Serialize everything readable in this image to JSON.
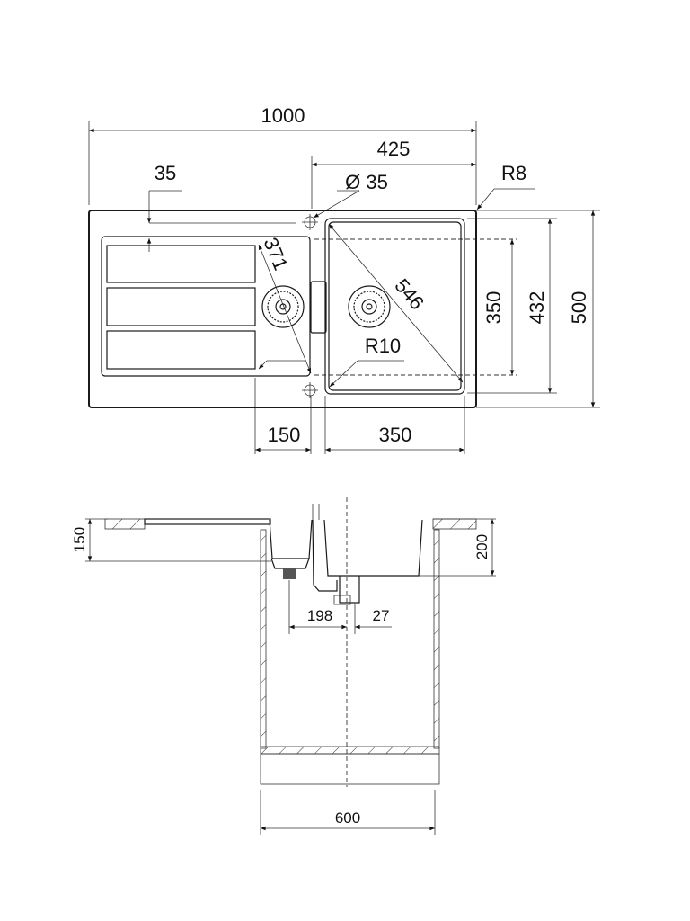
{
  "top_view": {
    "overall_width": "1000",
    "bowl_section_width": "425",
    "drainer_offset": "35",
    "tap_hole": "Ø 35",
    "corner_radius": "R8",
    "drainer_diagonal": "371",
    "bowl_diagonal": "546",
    "bowl_radius": "R10",
    "bowl_inner_depth": "350",
    "bowl_outer_depth": "432",
    "overall_depth": "500",
    "small_bowl_width": "150",
    "main_bowl_width": "350"
  },
  "side_view": {
    "small_bowl_depth": "150",
    "main_bowl_depth": "200",
    "drain_offset_left": "198",
    "drain_offset_right": "27",
    "cabinet_width": "600"
  }
}
